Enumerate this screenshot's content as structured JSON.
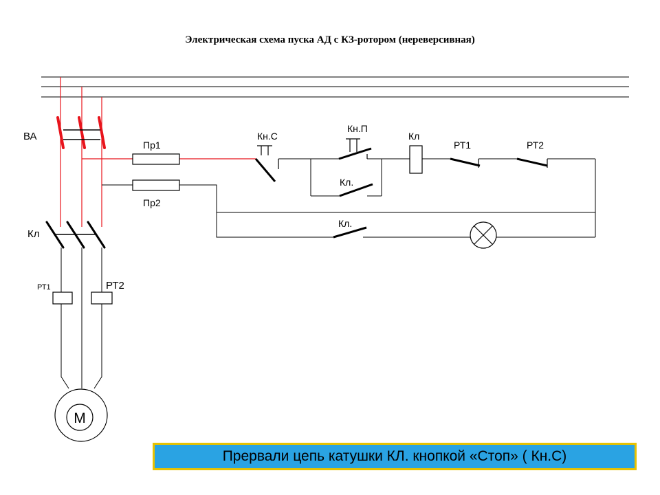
{
  "title": "Электрическая схема пуска АД с КЗ-ротором (нереверсивная)",
  "colors": {
    "power": "#e8141c",
    "wire": "#000000",
    "banner_bg": "#2aa3e3",
    "banner_border": "#e8c200"
  },
  "labels": {
    "breaker": "ВА",
    "fuse1": "Пр1",
    "fuse2": "Пр2",
    "stop_button": "Кн.С",
    "start_button": "Кн.П",
    "coil": "Кл",
    "relay1": "РТ1",
    "relay2": "РТ2",
    "aux_contact": "Кл.",
    "lamp_contact": "Кл.",
    "main_contactor": "Кл",
    "thermal1": "РТ1",
    "thermal2": "РТ2",
    "motor": "М"
  },
  "status": "Прервали цепь катушки КЛ. кнопкой «Стоп» ( Кн.С)"
}
